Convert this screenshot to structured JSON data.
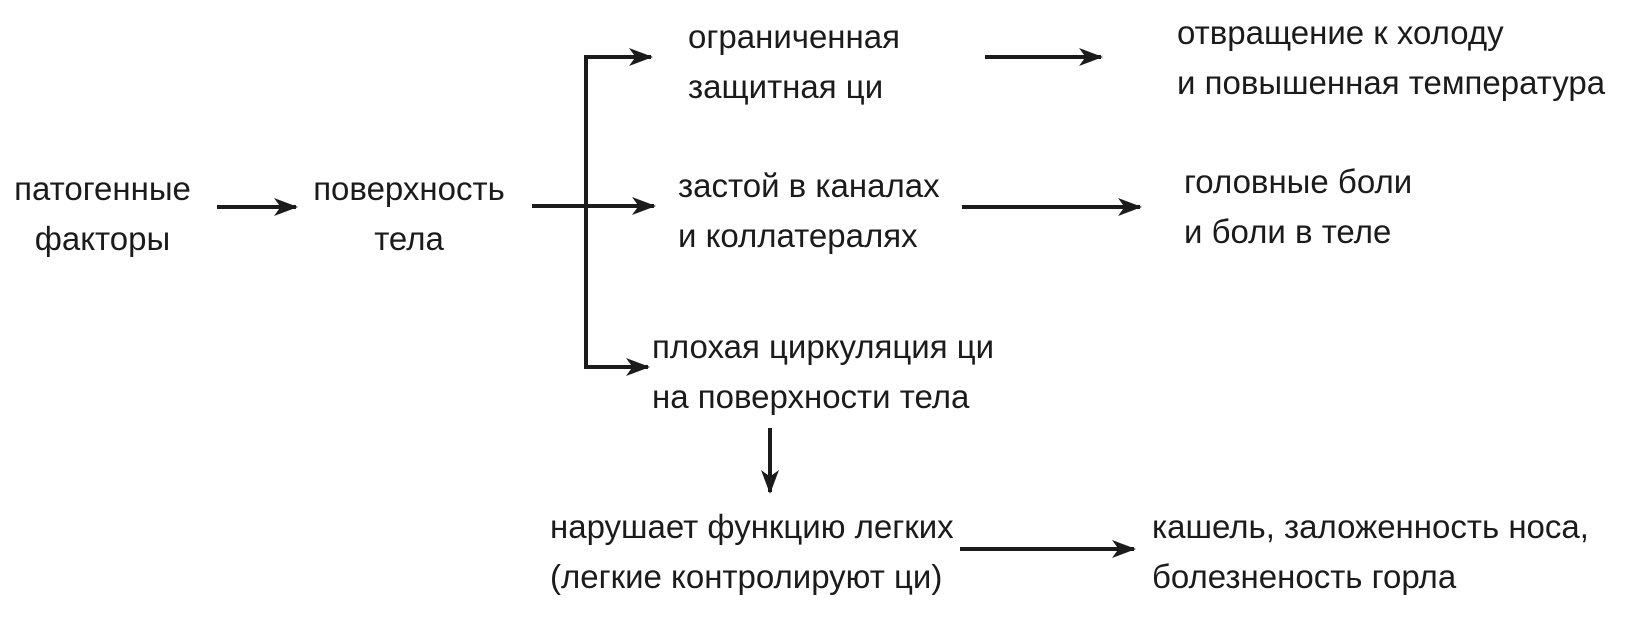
{
  "colors": {
    "background": "#ffffff",
    "ink": "#1b1b1b"
  },
  "nodes": {
    "pathogenic_factors": {
      "lines": [
        "патогенные",
        "факторы"
      ]
    },
    "body_surface": {
      "lines": [
        "поверхность",
        "тела"
      ]
    },
    "limited_defensive_qi": {
      "lines": [
        "ограниченная",
        "защитная ци"
      ]
    },
    "cold_aversion_fever": {
      "lines": [
        "отвращение к холоду",
        "и повышенная температура"
      ]
    },
    "channel_stagnation": {
      "lines": [
        "застой в каналах",
        "и коллатералях"
      ]
    },
    "headache_body_pain": {
      "lines": [
        "головные боли",
        "и боли в теле"
      ]
    },
    "poor_surface_qi_circulation": {
      "lines": [
        "плохая циркуляция ци",
        "на поверхности тела"
      ]
    },
    "impaired_lung_function": {
      "lines": [
        "нарушает функцию легких",
        "(легкие контролируют ци)"
      ]
    },
    "cough_nose_throat": {
      "lines": [
        "кашель, заложенность носа,",
        "болезненость горла"
      ]
    }
  }
}
